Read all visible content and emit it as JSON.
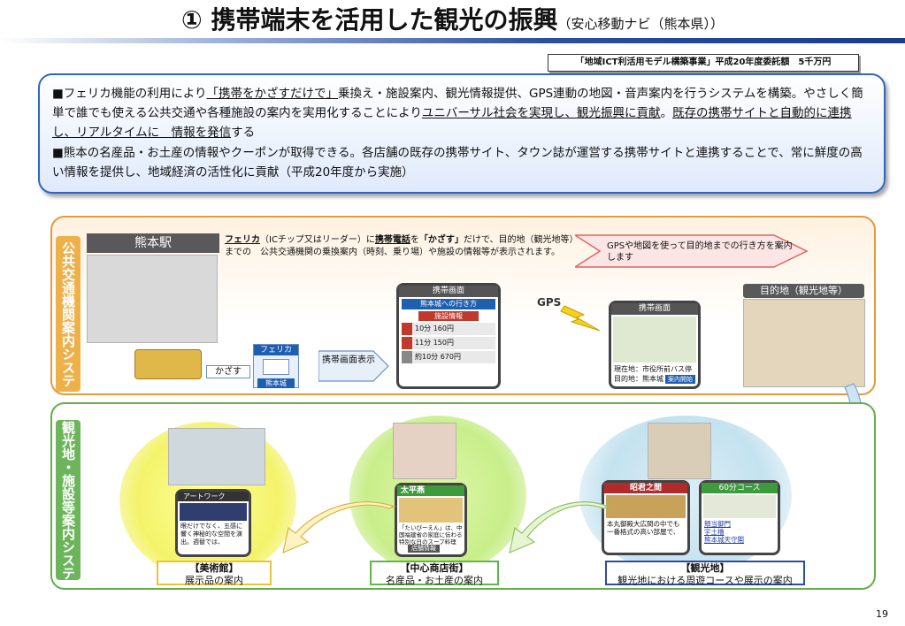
{
  "header": {
    "title": "① 携帯端末を活用した観光の振興",
    "subtitle": "（安心移動ナビ（熊本県））"
  },
  "budget_note": "「地域ICT利活用モデル構築事業」平成20年度委託額　5千万円",
  "summary": {
    "p1_prefix": "■フェリカ機能の利用により",
    "p1_u1": "「携帯をかざすだけで」",
    "p1_mid1": "乗換え・施設案内、観光情報提供、GPS連動の地図・音声案内を行うシステムを構築。やさしく簡単で誰でも使える公共交通や各種施設の案内を実用化することにより",
    "p1_u2": "ユニバーサル社会を実現し、観光振興に貢献",
    "p1_mid2": "。",
    "p1_u3": "既存の携帯サイトと自動的に連携し、リアルタイムに　情報を発信",
    "p1_suffix": "する",
    "p2": "■熊本の名産品・お土産の情報やクーポンが取得できる。各店舗の既存の携帯サイト、タウン誌が運営する携帯サイトと連携することで、常に鮮度の高い情報を提供し、地域経済の活性化に貢献（平成20年度から実施）"
  },
  "section1": {
    "label": "公共交通機関案内システム",
    "station": "熊本駅",
    "desc_felica": "フェリカ",
    "desc_a": "（ICチップ又はリーダー）に",
    "desc_phone": "携帯電話",
    "desc_b": "を",
    "desc_kazasu": "「かざす」",
    "desc_c": "だけで、目的地（観光地等）までの　公共交通機関の乗換案内（時刻、乗り場）や施設の情報等が表示されます。",
    "gps_desc": "GPSや地図を使って目的地までの行き方を案内します",
    "kazasu_label": "かざす",
    "felica_label": "フェリカ",
    "felica_sub": "熊本城",
    "show_label": "携帯画面表示",
    "phone1": {
      "header": "携帯画面",
      "title": "熊本城への行き方",
      "sub": "施設情報",
      "rows": [
        "10分 160円",
        "11分 150円"
      ],
      "footer": "約10分 670円"
    },
    "gps_label": "GPS",
    "phone2": {
      "header": "携帯画面",
      "line1": "現在地：市役所前バス停",
      "line2": "目的地：熊本城",
      "btn": "案内開始"
    },
    "dest_label": "目的地（観光地等）"
  },
  "section2": {
    "label": "観光地・施設等案内システム",
    "museum": {
      "screen_title": "アートワーク",
      "screen_text": "眼だけでなく、五感に響く神秘的な空間を演出。週替では、",
      "caption_title": "【美術館】",
      "caption_sub": "展示品の案内"
    },
    "shop": {
      "screen_title": "太平燕",
      "screen_text": "「たいぴーえん」は、中国福建省の家庭に伝わる特別な日のスープ料理",
      "screen_btn": "店舗情報",
      "caption_title": "【中心商店街】",
      "caption_sub": "名産品・お土産の案内"
    },
    "sight": {
      "screen1_title": "昭君之間",
      "screen1_text": "本丸御殿大広間の中でも一番格式の高い部屋で、",
      "screen2_title": "60分コース",
      "screen2_links": [
        "頬当御門",
        "宇土櫓",
        "熊本城天守閣"
      ],
      "caption_title": "【観光地】",
      "caption_sub": "観光地における周遊コースや展示の案内"
    }
  },
  "page_number": "19"
}
